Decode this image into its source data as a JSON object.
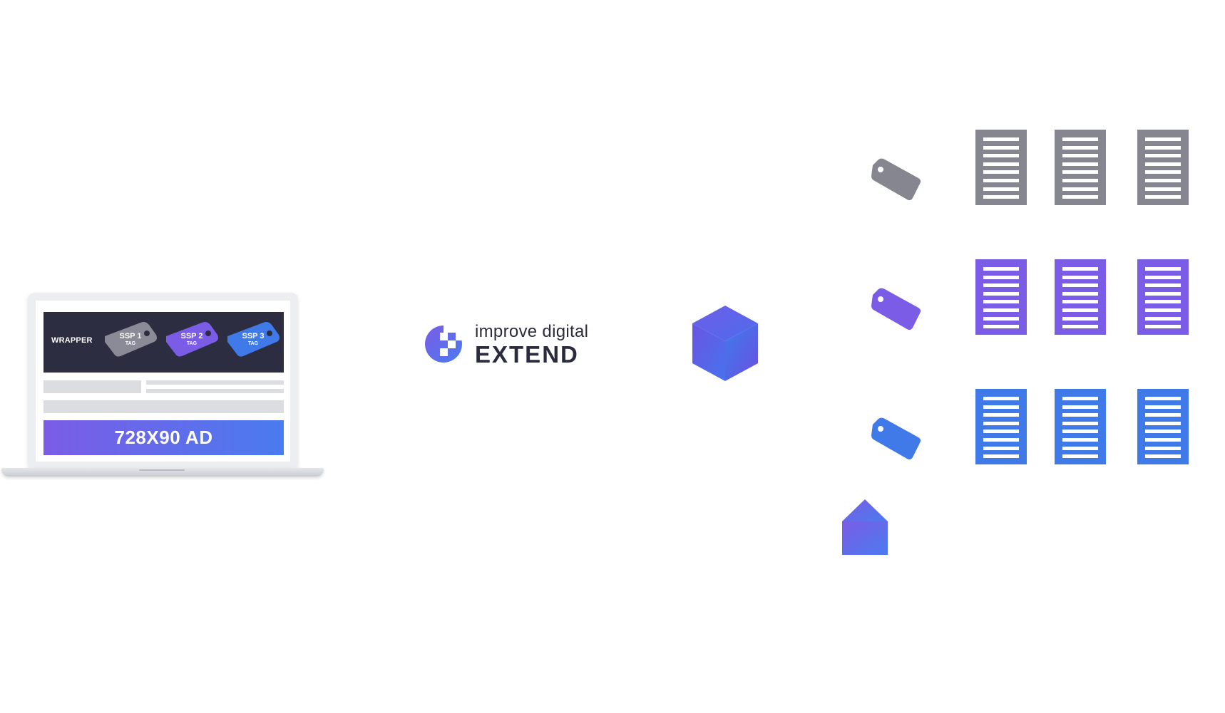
{
  "laptop": {
    "wrapper_label": "WRAPPER",
    "tags": [
      {
        "title": "SSP 1",
        "sub": "TAG",
        "color": "#8a8b96"
      },
      {
        "title": "SSP 2",
        "sub": "TAG",
        "color": "#7b5ce6"
      },
      {
        "title": "SSP 3",
        "sub": "TAG",
        "color": "#3f7ae8"
      }
    ],
    "ad_label": "728X90 AD"
  },
  "brand": {
    "line1": "improve digital",
    "line2": "EXTEND",
    "icon": "improve-digital-logo-icon"
  },
  "rows": [
    {
      "tag_color": "#858690",
      "doc_color": "#858690"
    },
    {
      "tag_color": "#7b5ce6",
      "doc_color": "#7b5ce6"
    },
    {
      "tag_color": "#3f7ae8",
      "doc_color": "#3f7ae8"
    }
  ],
  "colors": {
    "purple": "#7b5ce6",
    "blue": "#4a7bef",
    "gray": "#858690",
    "dark": "#2c2d40"
  }
}
